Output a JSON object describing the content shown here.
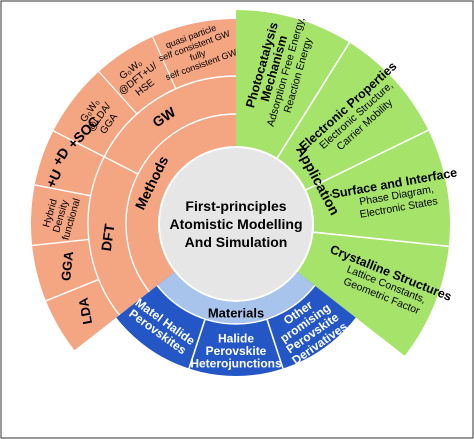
{
  "center": {
    "lines": [
      "First-principles",
      "Atomistic Modelling",
      "And Simulation"
    ]
  },
  "colors": {
    "methods": "#F4A582",
    "application": "#A6E36A",
    "materials": "#2457C5",
    "materials_label_bg": "#A9C4EC",
    "center": "#E6E6E6",
    "divider": "#ffffff",
    "label_dark": "#000000",
    "label_light": "#ffffff",
    "frame": "#333333"
  },
  "methods": {
    "label": "Methods",
    "dft": "DFT",
    "gw": "GW",
    "lda": "LDA",
    "gga": "GGA",
    "hybrid": [
      "Hybrid",
      "Density",
      "functional"
    ],
    "plus_u": "+U",
    "plus_d": "+D",
    "plus_soc": "+SOC",
    "gw_variants": {
      "g0w0_lda": [
        "G₀W₀",
        "@LDA/",
        "GGA"
      ],
      "g0w0_dft": [
        "G₀W₀",
        "@DFT+U/",
        "HSE"
      ],
      "self_consistent": [
        "quasi particle",
        "self consistent GW",
        "fully",
        "self consistent GW"
      ]
    }
  },
  "application": {
    "label": "Application",
    "segments": [
      {
        "title": [
          "Photocatalysis",
          "Mechanism"
        ],
        "details": [
          "Adsorption Free Energy,",
          "Reaction Energy"
        ]
      },
      {
        "title": [
          "Electronic Properties"
        ],
        "details": [
          "Electronic Structure,",
          "Carrier Mobility"
        ]
      },
      {
        "title": [
          "Surface and Interface"
        ],
        "details": [
          "Phase Diagram,",
          "Electronic States"
        ]
      },
      {
        "title": [
          "Crystalline Structures"
        ],
        "details": [
          "Lattice Constants,",
          "Geometric Factor"
        ]
      }
    ]
  },
  "materials": {
    "label": "Materials",
    "segments": [
      [
        "Matel Halide",
        "Perovskites"
      ],
      [
        "Halide",
        "Perovskite",
        "Heterojunctions"
      ],
      [
        "Other",
        "promising",
        "Perovskite",
        "Derivatives"
      ]
    ]
  }
}
